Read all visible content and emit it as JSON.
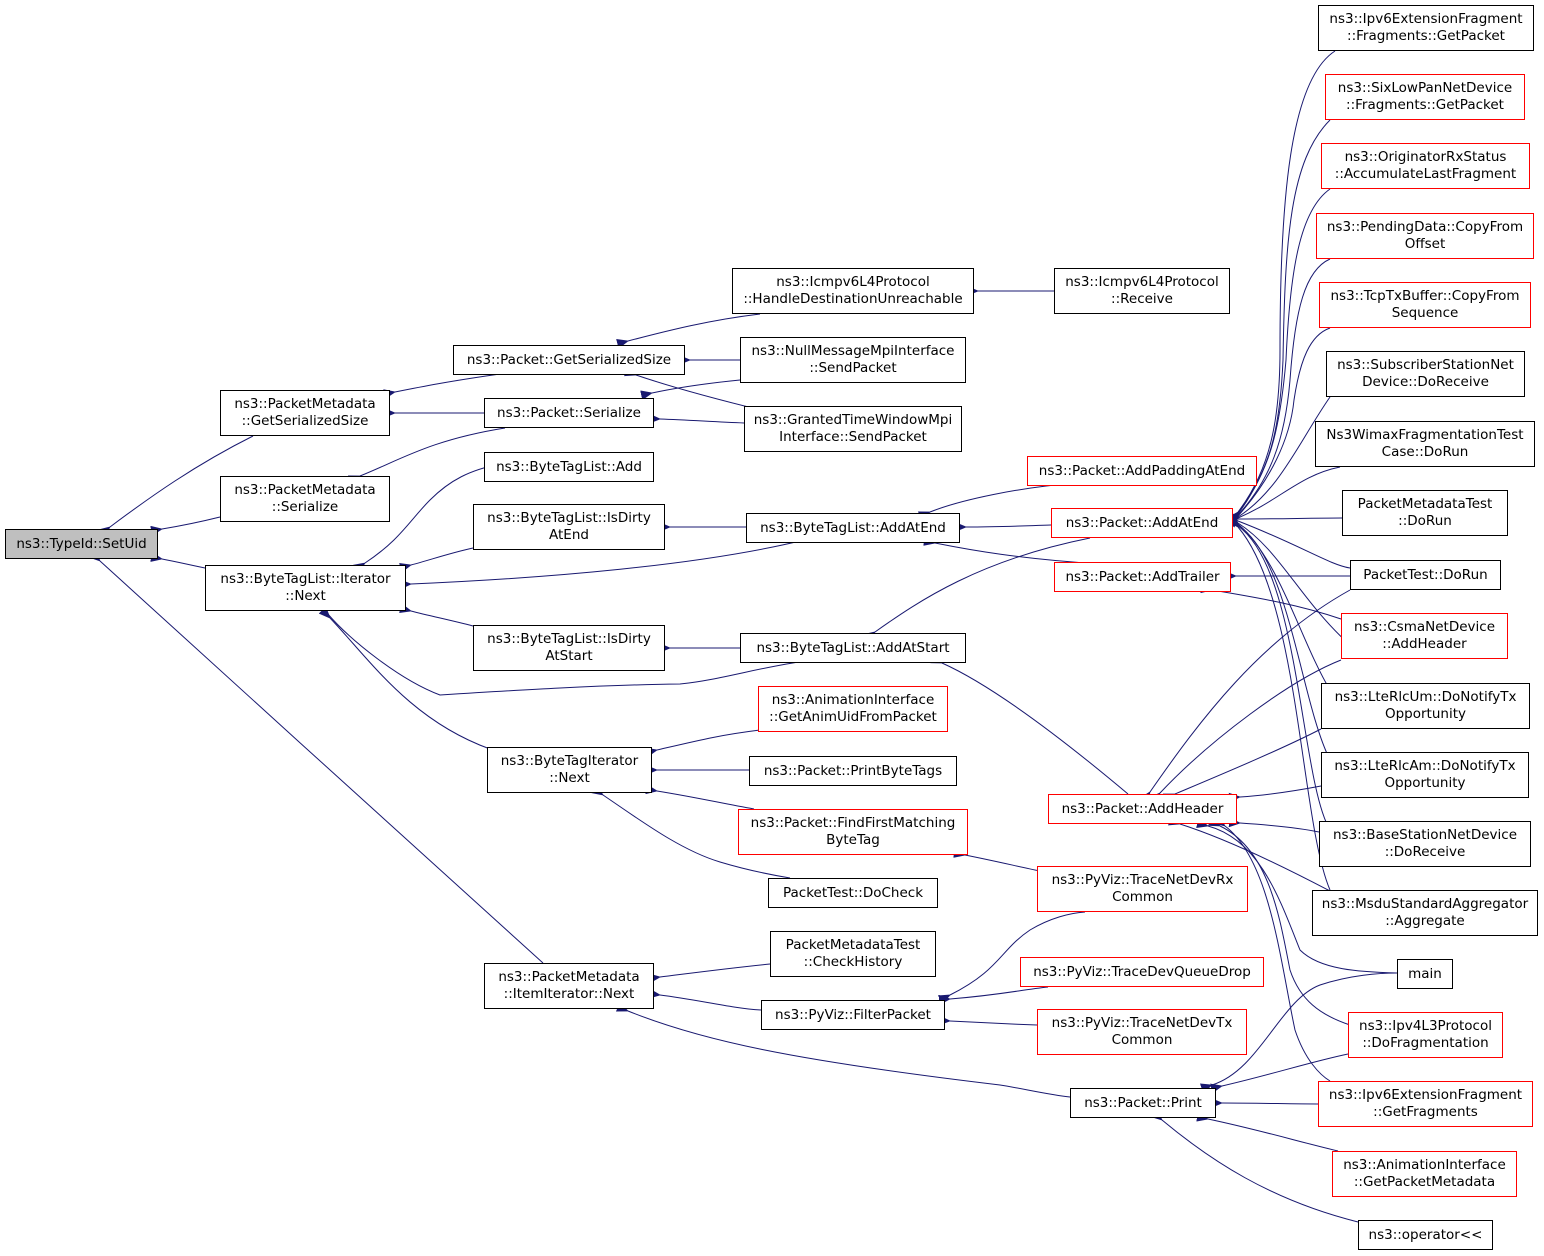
{
  "colors": {
    "edge": "#191970",
    "box_border": "#000000",
    "box_border_truncated": "#ff0000",
    "root_fill": "#bfbfbf"
  },
  "nodes": [
    {
      "id": "typeid_setuid",
      "lines": [
        "ns3::TypeId::SetUid"
      ],
      "style": "root"
    },
    {
      "id": "pm_getserializedsize",
      "lines": [
        "ns3::PacketMetadata",
        "::GetSerializedSize"
      ],
      "style": "normal"
    },
    {
      "id": "pm_serialize",
      "lines": [
        "ns3::PacketMetadata",
        "::Serialize"
      ],
      "style": "normal"
    },
    {
      "id": "btl_iterator_next",
      "lines": [
        "ns3::ByteTagList::Iterator",
        "::Next"
      ],
      "style": "normal"
    },
    {
      "id": "pm_itemiterator_next",
      "lines": [
        "ns3::PacketMetadata",
        "::ItemIterator::Next"
      ],
      "style": "normal"
    },
    {
      "id": "packet_getserializedsize",
      "lines": [
        "ns3::Packet::GetSerializedSize"
      ],
      "style": "normal"
    },
    {
      "id": "packet_serialize",
      "lines": [
        "ns3::Packet::Serialize"
      ],
      "style": "normal"
    },
    {
      "id": "btl_add",
      "lines": [
        "ns3::ByteTagList::Add"
      ],
      "style": "normal"
    },
    {
      "id": "btl_isdirtyatend",
      "lines": [
        "ns3::ByteTagList::IsDirty",
        "AtEnd"
      ],
      "style": "normal"
    },
    {
      "id": "btl_isdirtyatstart",
      "lines": [
        "ns3::ByteTagList::IsDirty",
        "AtStart"
      ],
      "style": "normal"
    },
    {
      "id": "bytetagiterator_next",
      "lines": [
        "ns3::ByteTagIterator",
        "::Next"
      ],
      "style": "normal"
    },
    {
      "id": "icmpv6_hdu",
      "lines": [
        "ns3::Icmpv6L4Protocol",
        "::HandleDestinationUnreachable"
      ],
      "style": "normal"
    },
    {
      "id": "nullmsg_sendpacket",
      "lines": [
        "ns3::NullMessageMpiInterface",
        "::SendPacket"
      ],
      "style": "normal"
    },
    {
      "id": "granted_sendpacket",
      "lines": [
        "ns3::GrantedTimeWindowMpi",
        "Interface::SendPacket"
      ],
      "style": "normal"
    },
    {
      "id": "btl_addatend",
      "lines": [
        "ns3::ByteTagList::AddAtEnd"
      ],
      "style": "normal"
    },
    {
      "id": "btl_addatstart",
      "lines": [
        "ns3::ByteTagList::AddAtStart"
      ],
      "style": "normal"
    },
    {
      "id": "anim_getanimuid",
      "lines": [
        "ns3::AnimationInterface",
        "::GetAnimUidFromPacket"
      ],
      "style": "red"
    },
    {
      "id": "packet_printbytetags",
      "lines": [
        "ns3::Packet::PrintByteTags"
      ],
      "style": "normal"
    },
    {
      "id": "packet_findfirst",
      "lines": [
        "ns3::Packet::FindFirstMatching",
        "ByteTag"
      ],
      "style": "red"
    },
    {
      "id": "packettest_docheck",
      "lines": [
        "PacketTest::DoCheck"
      ],
      "style": "normal"
    },
    {
      "id": "pmtest_checkhistory",
      "lines": [
        "PacketMetadataTest",
        "::CheckHistory"
      ],
      "style": "normal"
    },
    {
      "id": "pyviz_filterpacket",
      "lines": [
        "ns3::PyViz::FilterPacket"
      ],
      "style": "normal"
    },
    {
      "id": "icmpv6_receive",
      "lines": [
        "ns3::Icmpv6L4Protocol",
        "::Receive"
      ],
      "style": "normal"
    },
    {
      "id": "packet_addpaddingatend",
      "lines": [
        "ns3::Packet::AddPaddingAtEnd"
      ],
      "style": "red"
    },
    {
      "id": "packet_addatend",
      "lines": [
        "ns3::Packet::AddAtEnd"
      ],
      "style": "red"
    },
    {
      "id": "packet_addtrailer",
      "lines": [
        "ns3::Packet::AddTrailer"
      ],
      "style": "red"
    },
    {
      "id": "packet_addheader",
      "lines": [
        "ns3::Packet::AddHeader"
      ],
      "style": "red"
    },
    {
      "id": "pyviz_tracenetdevrx",
      "lines": [
        "ns3::PyViz::TraceNetDevRx",
        "Common"
      ],
      "style": "red"
    },
    {
      "id": "pyviz_tracedevqueuedrop",
      "lines": [
        "ns3::PyViz::TraceDevQueueDrop"
      ],
      "style": "red"
    },
    {
      "id": "pyviz_tracenetdevtx",
      "lines": [
        "ns3::PyViz::TraceNetDevTx",
        "Common"
      ],
      "style": "red"
    },
    {
      "id": "packet_print",
      "lines": [
        "ns3::Packet::Print"
      ],
      "style": "normal"
    },
    {
      "id": "ipv6ext_fragments_getpacket",
      "lines": [
        "ns3::Ipv6ExtensionFragment",
        "::Fragments::GetPacket"
      ],
      "style": "normal"
    },
    {
      "id": "sixlowpan_fragments_getpacket",
      "lines": [
        "ns3::SixLowPanNetDevice",
        "::Fragments::GetPacket"
      ],
      "style": "red"
    },
    {
      "id": "originator_accumulate",
      "lines": [
        "ns3::OriginatorRxStatus",
        "::AccumulateLastFragment"
      ],
      "style": "red"
    },
    {
      "id": "pendingdata_copyfromoffset",
      "lines": [
        "ns3::PendingData::CopyFrom",
        "Offset"
      ],
      "style": "red"
    },
    {
      "id": "tcptxbuffer_copyfromsequence",
      "lines": [
        "ns3::TcpTxBuffer::CopyFrom",
        "Sequence"
      ],
      "style": "red"
    },
    {
      "id": "subscriber_doreceive",
      "lines": [
        "ns3::SubscriberStationNet",
        "Device::DoReceive"
      ],
      "style": "normal"
    },
    {
      "id": "wimaxfragtest_dorun",
      "lines": [
        "Ns3WimaxFragmentationTest",
        "Case::DoRun"
      ],
      "style": "normal"
    },
    {
      "id": "pmtest_dorun",
      "lines": [
        "PacketMetadataTest",
        "::DoRun"
      ],
      "style": "normal"
    },
    {
      "id": "packettest_dorun",
      "lines": [
        "PacketTest::DoRun"
      ],
      "style": "normal"
    },
    {
      "id": "csma_addheader",
      "lines": [
        "ns3::CsmaNetDevice",
        "::AddHeader"
      ],
      "style": "red"
    },
    {
      "id": "lterlcum_donotify",
      "lines": [
        "ns3::LteRlcUm::DoNotifyTx",
        "Opportunity"
      ],
      "style": "normal"
    },
    {
      "id": "lterlcam_donotify",
      "lines": [
        "ns3::LteRlcAm::DoNotifyTx",
        "Opportunity"
      ],
      "style": "normal"
    },
    {
      "id": "basestation_doreceive",
      "lines": [
        "ns3::BaseStationNetDevice",
        "::DoReceive"
      ],
      "style": "normal"
    },
    {
      "id": "msdu_aggregate",
      "lines": [
        "ns3::MsduStandardAggregator",
        "::Aggregate"
      ],
      "style": "normal"
    },
    {
      "id": "main",
      "lines": [
        "main"
      ],
      "style": "normal"
    },
    {
      "id": "ipv4l3_dofragmentation",
      "lines": [
        "ns3::Ipv4L3Protocol",
        "::DoFragmentation"
      ],
      "style": "red"
    },
    {
      "id": "ipv6ext_getfragments",
      "lines": [
        "ns3::Ipv6ExtensionFragment",
        "::GetFragments"
      ],
      "style": "red"
    },
    {
      "id": "anim_getpacketmetadata",
      "lines": [
        "ns3::AnimationInterface",
        "::GetPacketMetadata"
      ],
      "style": "red"
    },
    {
      "id": "operator_shift",
      "lines": [
        "ns3::operator<<"
      ],
      "style": "normal"
    }
  ]
}
